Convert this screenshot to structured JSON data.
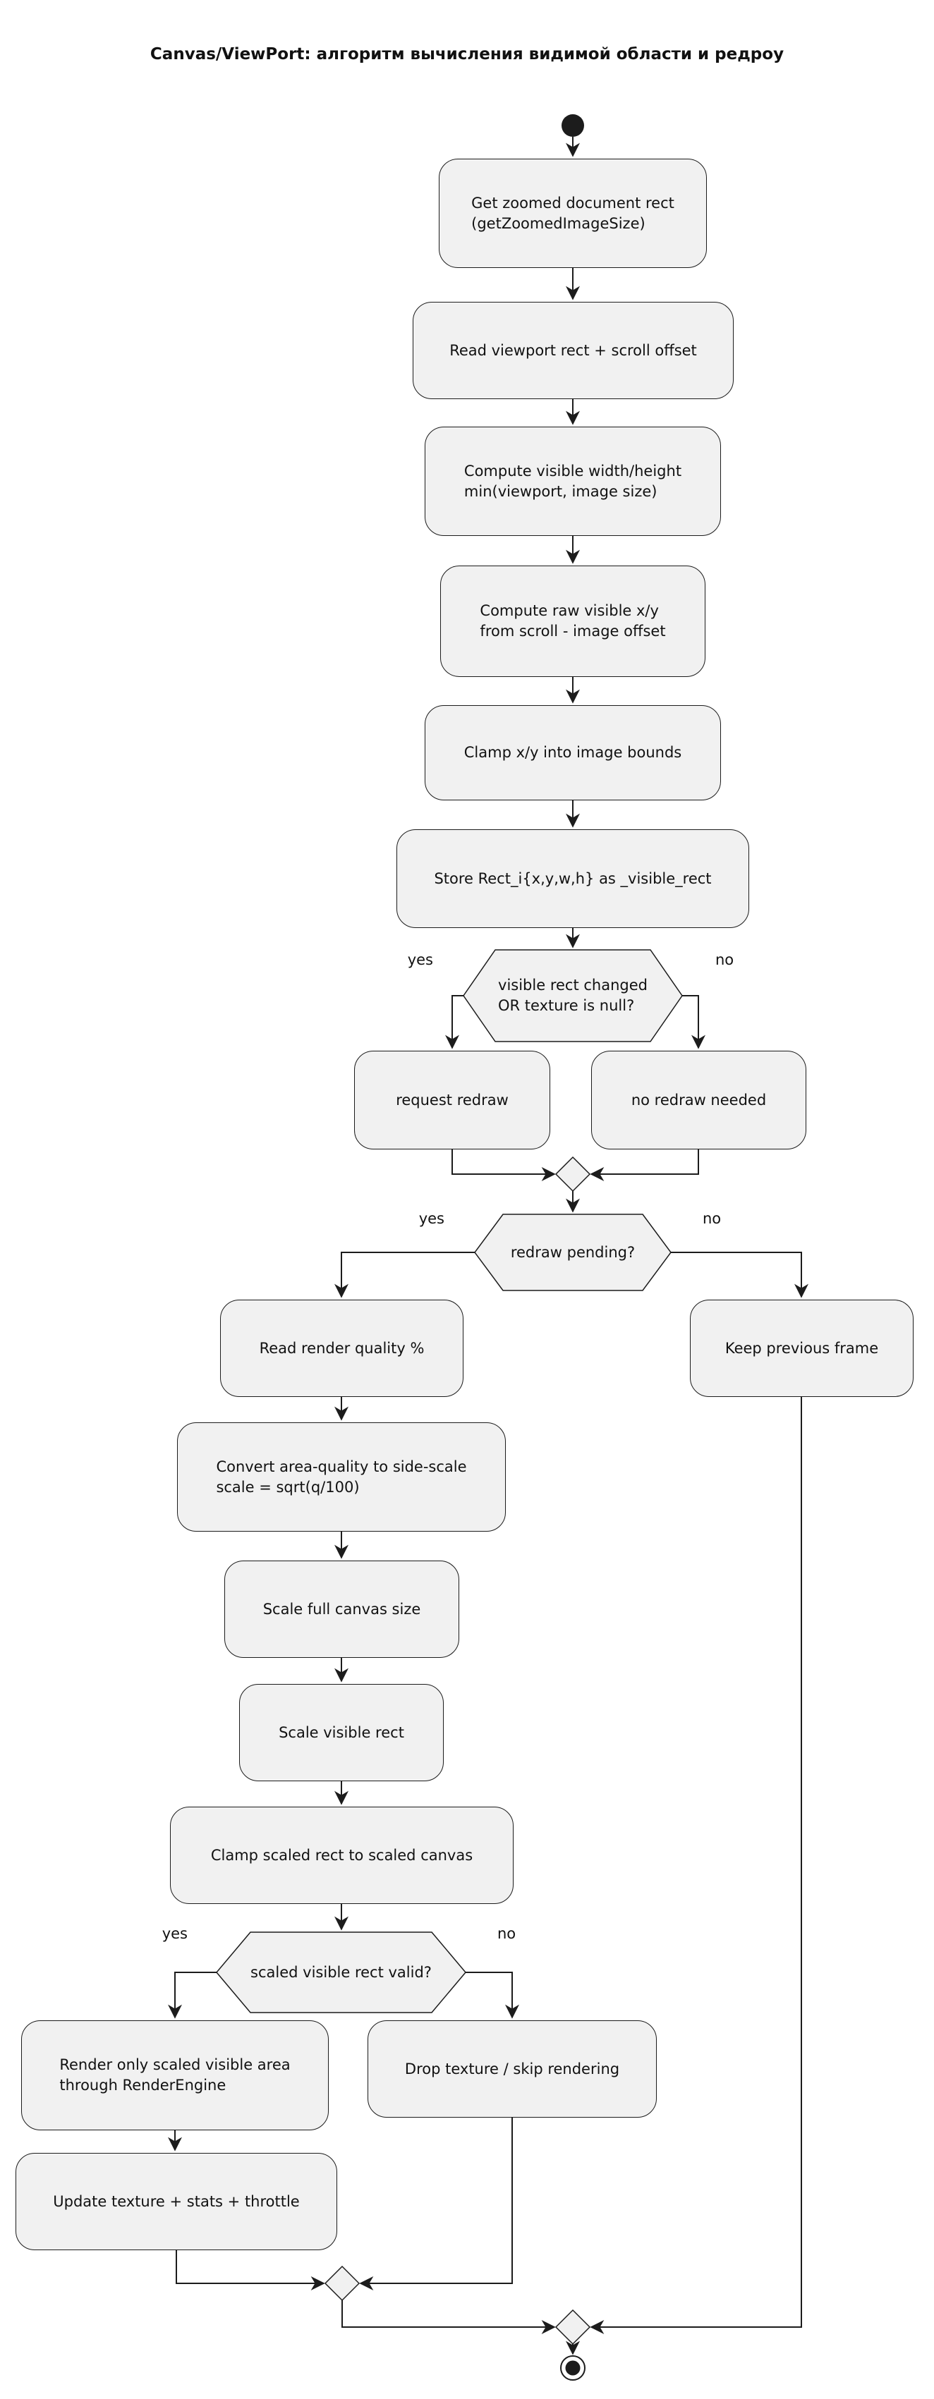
{
  "title": "Canvas/ViewPort: алгоритм вычисления видимой области и редроу",
  "colors": {
    "background": "#ffffff",
    "node_fill": "#f1f1f1",
    "stroke": "#1c1c1c",
    "text": "#111111"
  },
  "nodes": {
    "get_zoomed_rect": {
      "lines": [
        "Get zoomed document rect",
        "(getZoomedImageSize)"
      ]
    },
    "read_viewport": {
      "lines": [
        "Read viewport rect + scroll offset"
      ]
    },
    "compute_wh": {
      "lines": [
        "Compute visible width/height",
        "min(viewport, image size)"
      ]
    },
    "compute_xy": {
      "lines": [
        "Compute raw visible x/y",
        "from scroll - image offset"
      ]
    },
    "clamp_xy": {
      "lines": [
        "Clamp x/y into image bounds"
      ]
    },
    "store_rect": {
      "lines": [
        "Store Rect_i{x,y,w,h} as _visible_rect"
      ]
    },
    "request_redraw": {
      "lines": [
        "request redraw"
      ]
    },
    "no_redraw": {
      "lines": [
        "no redraw needed"
      ]
    },
    "read_quality": {
      "lines": [
        "Read render quality %"
      ]
    },
    "keep_frame": {
      "lines": [
        "Keep previous frame"
      ]
    },
    "convert_quality": {
      "lines": [
        "Convert area-quality to side-scale",
        "scale = sqrt(q/100)"
      ]
    },
    "scale_canvas": {
      "lines": [
        "Scale full canvas size"
      ]
    },
    "scale_visible": {
      "lines": [
        "Scale visible rect"
      ]
    },
    "clamp_scaled": {
      "lines": [
        "Clamp scaled rect to scaled canvas"
      ]
    },
    "render_visible": {
      "lines": [
        "Render only scaled visible area",
        "through RenderEngine"
      ]
    },
    "drop_texture": {
      "lines": [
        "Drop texture / skip rendering"
      ]
    },
    "update_texture": {
      "lines": [
        "Update texture + stats + throttle"
      ]
    }
  },
  "decisions": {
    "visible_changed": {
      "lines": [
        "visible rect changed",
        "OR texture is null?"
      ],
      "yes": "yes",
      "no": "no"
    },
    "redraw_pending": {
      "lines": [
        "redraw pending?"
      ],
      "yes": "yes",
      "no": "no"
    },
    "scaled_valid": {
      "lines": [
        "scaled visible rect valid?"
      ],
      "yes": "yes",
      "no": "no"
    }
  }
}
